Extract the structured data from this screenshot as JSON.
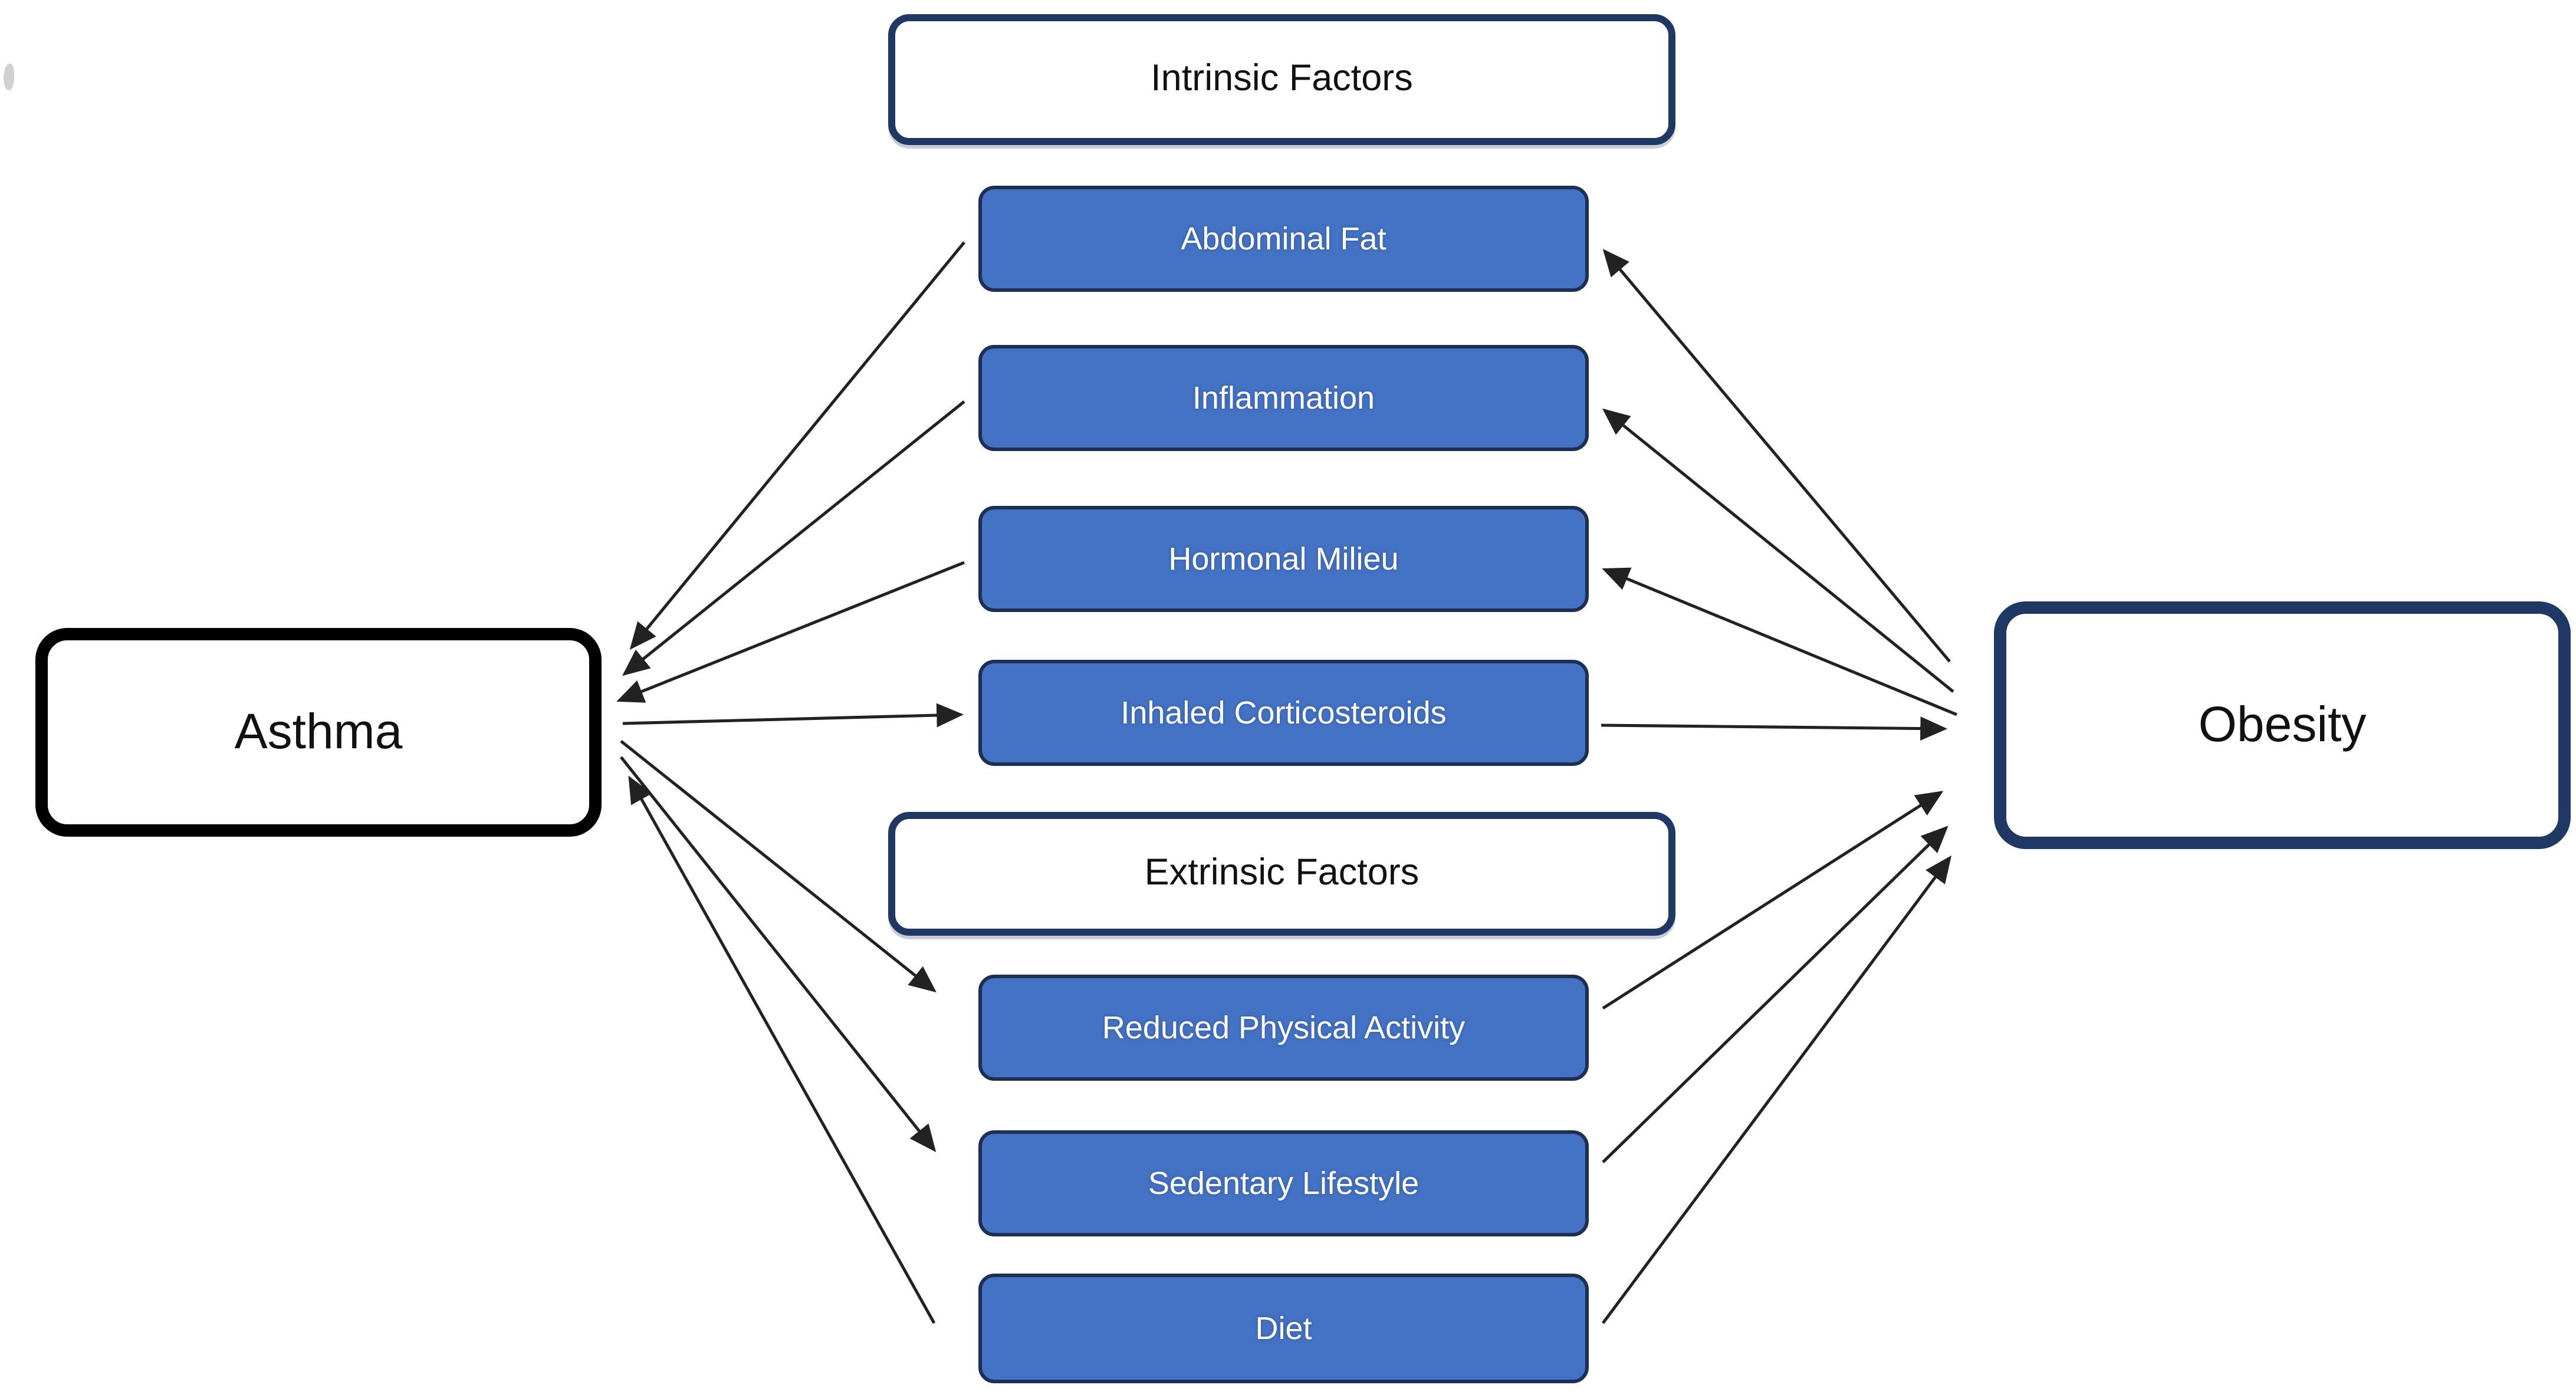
{
  "diagram": {
    "background": "#ffffff",
    "colors": {
      "factor_fill": "#4472c4",
      "factor_border": "#1e2f54",
      "factor_text": "#ffffff",
      "header_border": "#1f3864",
      "asthma_border": "#000000",
      "obesity_border": "#1f3864",
      "arrow": "#222222",
      "label_text": "#111111"
    },
    "nodes": {
      "asthma": {
        "label": "Asthma"
      },
      "obesity": {
        "label": "Obesity"
      },
      "intrinsic_header": {
        "label": "Intrinsic Factors"
      },
      "extrinsic_header": {
        "label": "Extrinsic Factors"
      },
      "abdominal_fat": {
        "label": "Abdominal Fat"
      },
      "inflammation": {
        "label": "Inflammation"
      },
      "hormonal_milieu": {
        "label": "Hormonal Milieu"
      },
      "inhaled_corticosteroids": {
        "label": "Inhaled Corticosteroids"
      },
      "reduced_physical_activity": {
        "label": "Reduced Physical Activity"
      },
      "sedentary_lifestyle": {
        "label": "Sedentary Lifestyle"
      },
      "diet": {
        "label": "Diet"
      }
    },
    "groups": [
      {
        "header": "Intrinsic Factors",
        "items": [
          "Abdominal Fat",
          "Inflammation",
          "Hormonal Milieu",
          "Inhaled Corticosteroids"
        ]
      },
      {
        "header": "Extrinsic Factors",
        "items": [
          "Reduced Physical Activity",
          "Sedentary Lifestyle",
          "Diet"
        ]
      }
    ],
    "edges": [
      {
        "from": "abdominal_fat",
        "to": "asthma"
      },
      {
        "from": "inflammation",
        "to": "asthma"
      },
      {
        "from": "hormonal_milieu",
        "to": "asthma"
      },
      {
        "from": "asthma",
        "to": "inhaled_corticosteroids"
      },
      {
        "from": "asthma",
        "to": "reduced_physical_activity"
      },
      {
        "from": "asthma",
        "to": "sedentary_lifestyle"
      },
      {
        "from": "diet",
        "to": "asthma"
      },
      {
        "from": "obesity",
        "to": "abdominal_fat"
      },
      {
        "from": "obesity",
        "to": "inflammation"
      },
      {
        "from": "obesity",
        "to": "hormonal_milieu"
      },
      {
        "from": "inhaled_corticosteroids",
        "to": "obesity"
      },
      {
        "from": "reduced_physical_activity",
        "to": "obesity"
      },
      {
        "from": "sedentary_lifestyle",
        "to": "obesity"
      },
      {
        "from": "diet",
        "to": "obesity"
      }
    ]
  }
}
